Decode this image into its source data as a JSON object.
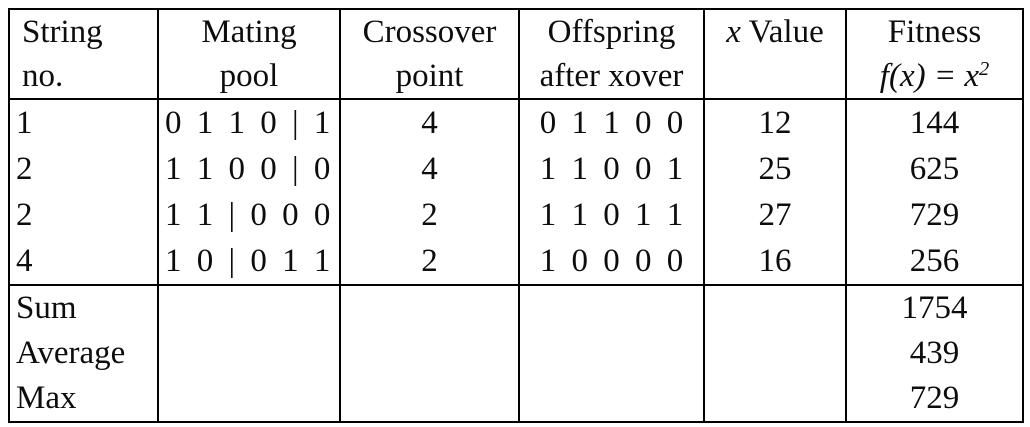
{
  "table": {
    "columns": [
      {
        "line1": "String",
        "line2": "no."
      },
      {
        "line1": "Mating",
        "line2": "pool"
      },
      {
        "line1": "Crossover",
        "line2": "point"
      },
      {
        "line1": "Offspring",
        "line2": "after xover"
      },
      {
        "line1_italic": "x",
        "line1_rest": " Value",
        "line2": ""
      },
      {
        "line1": "Fitness",
        "line2_math_base": "f(x) = x",
        "line2_math_sup": "2"
      }
    ],
    "rows": [
      {
        "string_no": "1",
        "mating_pool": "0 1 1 0 | 1",
        "crossover_point": "4",
        "offspring": "0 1 1 0 0",
        "x_value": "12",
        "fitness": "144"
      },
      {
        "string_no": "2",
        "mating_pool": "1 1 0 0 | 0",
        "crossover_point": "4",
        "offspring": "1 1 0 0 1",
        "x_value": "25",
        "fitness": "625"
      },
      {
        "string_no": "2",
        "mating_pool": "1 1 | 0 0 0",
        "crossover_point": "2",
        "offspring": "1 1 0 1 1",
        "x_value": "27",
        "fitness": "729"
      },
      {
        "string_no": "4",
        "mating_pool": "1 0 | 0 1 1",
        "crossover_point": "2",
        "offspring": "1 0 0 0 0",
        "x_value": "16",
        "fitness": "256"
      }
    ],
    "summary": [
      {
        "label": "Sum",
        "fitness": "1754"
      },
      {
        "label": "Average",
        "fitness": "439"
      },
      {
        "label": "Max",
        "fitness": "729"
      }
    ],
    "colors": {
      "border": "#000000",
      "text": "#0d0d0d",
      "background": "#ffffff"
    }
  }
}
